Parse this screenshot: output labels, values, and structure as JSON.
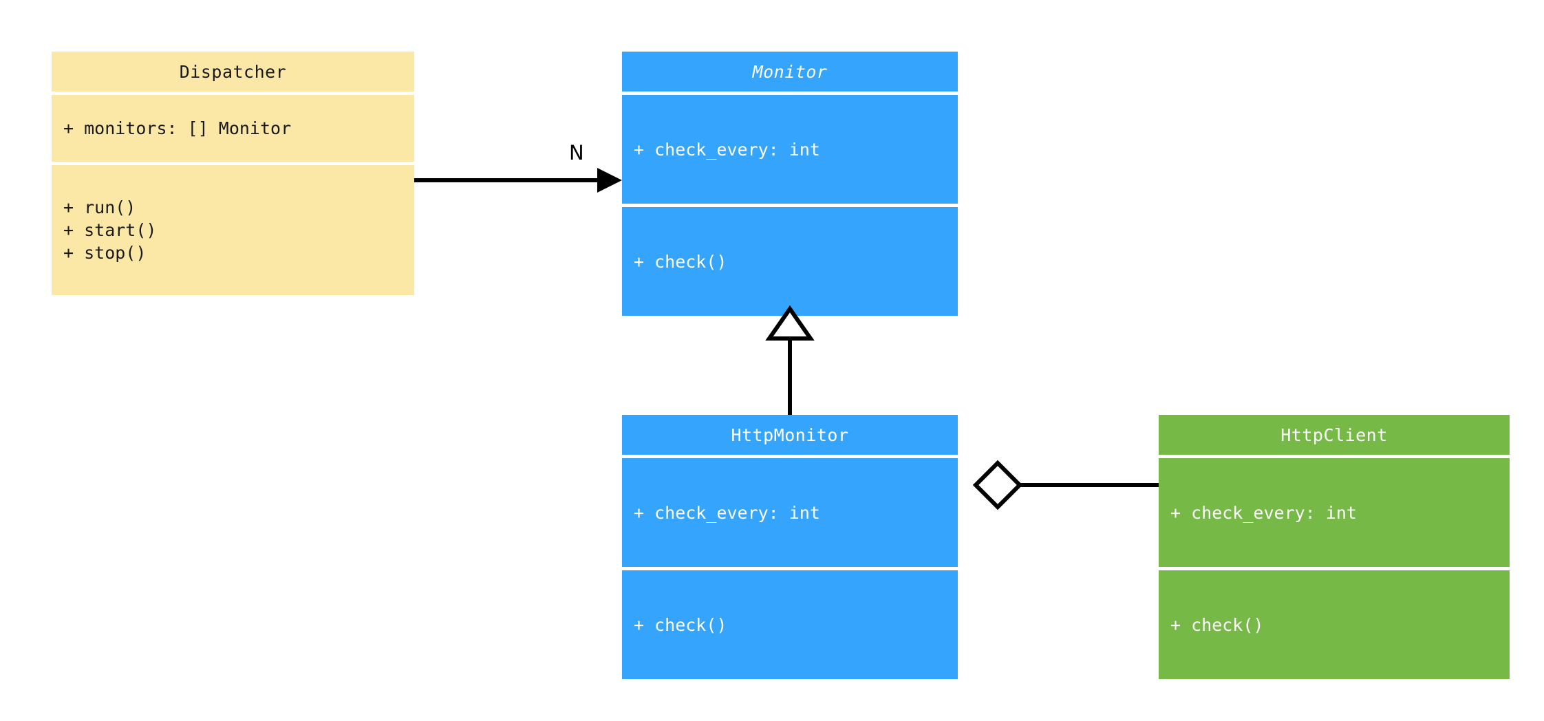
{
  "diagram": {
    "type": "uml-class-diagram",
    "background": "#ffffff",
    "palette": {
      "yellow": "#fbe8a6",
      "blue": "#34a4fc",
      "green": "#76b947",
      "line": "#000000",
      "dark_text": "#1a1a1a",
      "light_text": "#ffffff"
    }
  },
  "classes": [
    {
      "id": "dispatcher",
      "name": "Dispatcher",
      "abstract": false,
      "color": "#fbe8a6",
      "attributes": [
        "+ monitors: [] Monitor"
      ],
      "methods": [
        "+ run()",
        "+ start()",
        "+ stop()"
      ]
    },
    {
      "id": "monitor",
      "name": "Monitor",
      "abstract": true,
      "color": "#34a4fc",
      "attributes": [
        "+ check_every: int"
      ],
      "methods": [
        "+ check()"
      ]
    },
    {
      "id": "httpmonitor",
      "name": "HttpMonitor",
      "abstract": false,
      "color": "#34a4fc",
      "attributes": [
        "+ check_every: int"
      ],
      "methods": [
        "+ check()"
      ]
    },
    {
      "id": "httpclient",
      "name": "HttpClient",
      "abstract": false,
      "color": "#76b947",
      "attributes": [
        "+ check_every: int"
      ],
      "methods": [
        "+ check()"
      ]
    }
  ],
  "relationships": [
    {
      "id": "dispatcher-to-monitor",
      "kind": "association",
      "from": "dispatcher",
      "to": "monitor",
      "arrowhead": "solid-triangle",
      "label": "N"
    },
    {
      "id": "httpmonitor-inherits-monitor",
      "kind": "generalization",
      "from": "httpmonitor",
      "to": "monitor",
      "arrowhead": "hollow-triangle",
      "label": ""
    },
    {
      "id": "httpmonitor-aggregates-httpclient",
      "kind": "aggregation",
      "from": "httpmonitor",
      "to": "httpclient",
      "arrowhead": "hollow-diamond",
      "label": ""
    }
  ]
}
